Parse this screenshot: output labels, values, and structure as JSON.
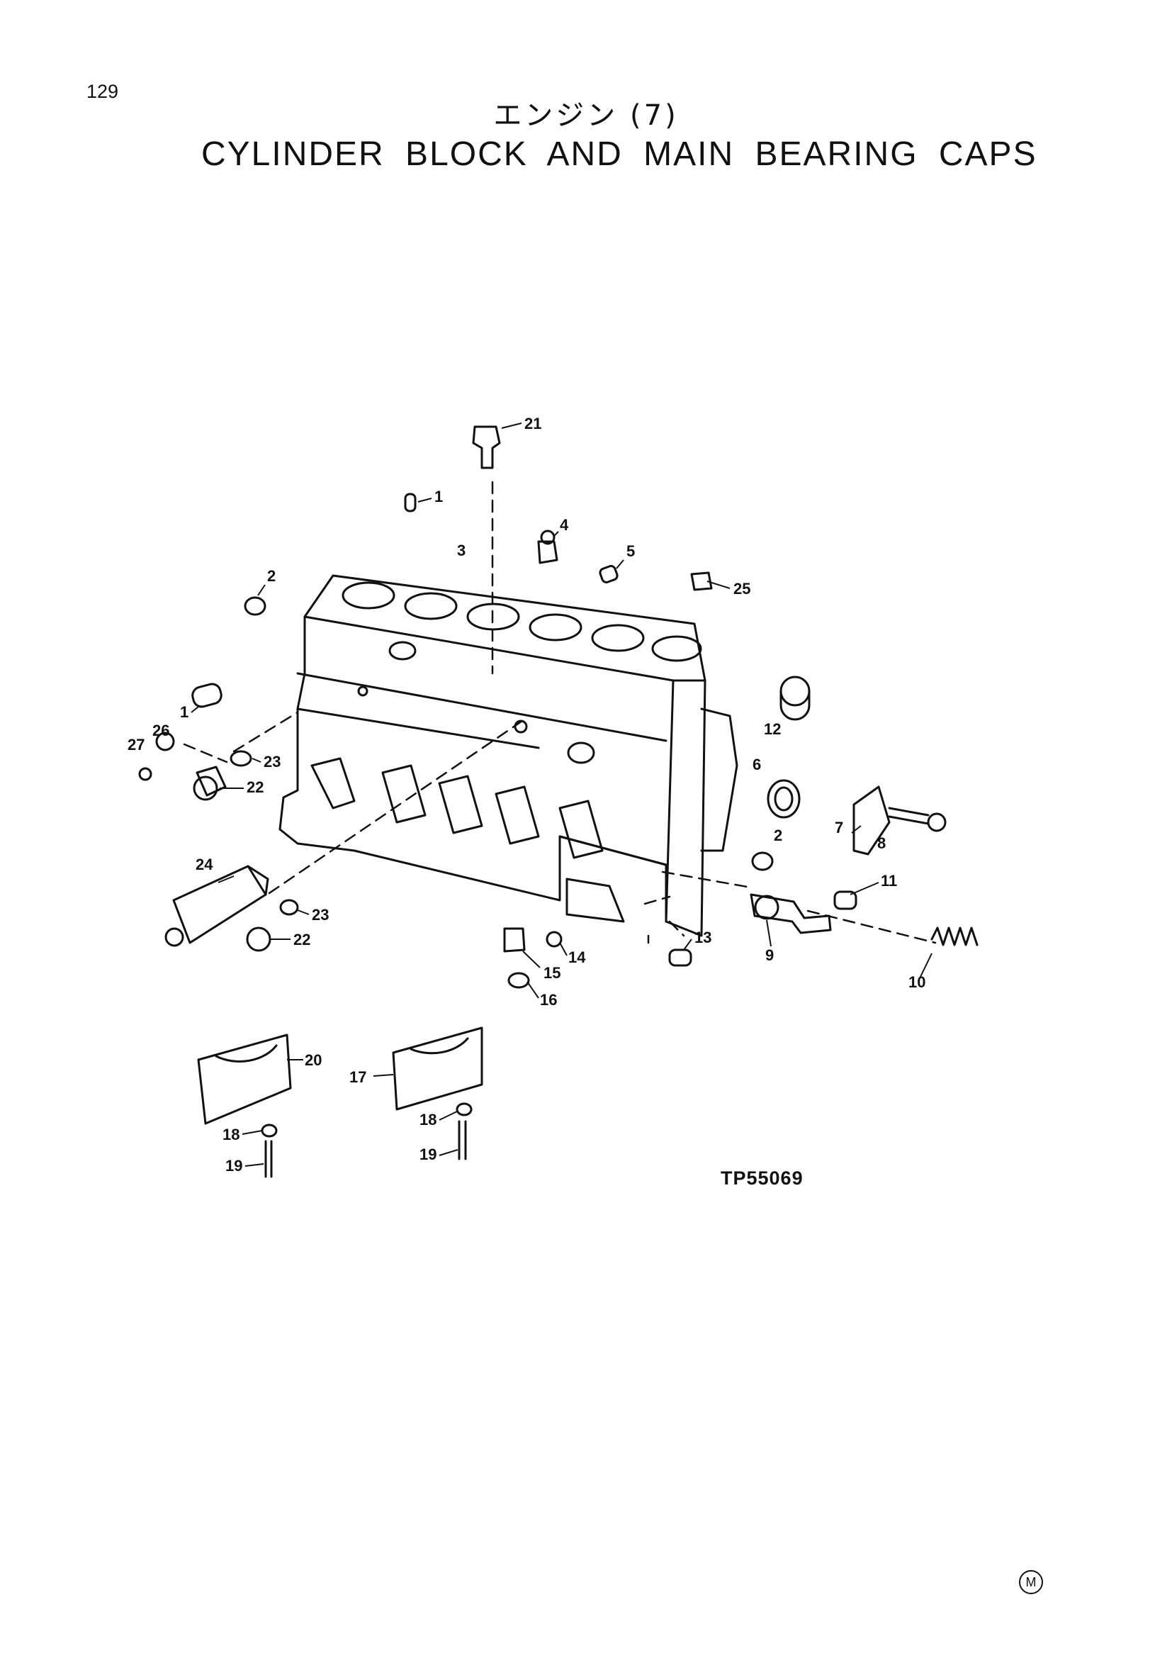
{
  "page_number": "129",
  "title_jp": "エンジン (7)",
  "title_en": "CYLINDER BLOCK AND MAIN BEARING CAPS",
  "figure_code": "TP55069",
  "corner_mark": "M",
  "callouts": {
    "c21": "21",
    "c1a": "1",
    "c4": "4",
    "c3": "3",
    "c5": "5",
    "c25": "25",
    "c2a": "2",
    "c1b": "1",
    "c26": "26",
    "c27": "27",
    "c23a": "23",
    "c22a": "22",
    "c12": "12",
    "c6": "6",
    "c7": "7",
    "c8": "8",
    "c2b": "2",
    "c11": "11",
    "c9": "9",
    "c10": "10",
    "c24": "24",
    "c23b": "23",
    "c22b": "22",
    "c13": "13",
    "c14": "14",
    "c15": "15",
    "c16": "16",
    "c20": "20",
    "c17": "17",
    "c18a": "18",
    "c19a": "19",
    "c18b": "18",
    "c19b": "19"
  }
}
